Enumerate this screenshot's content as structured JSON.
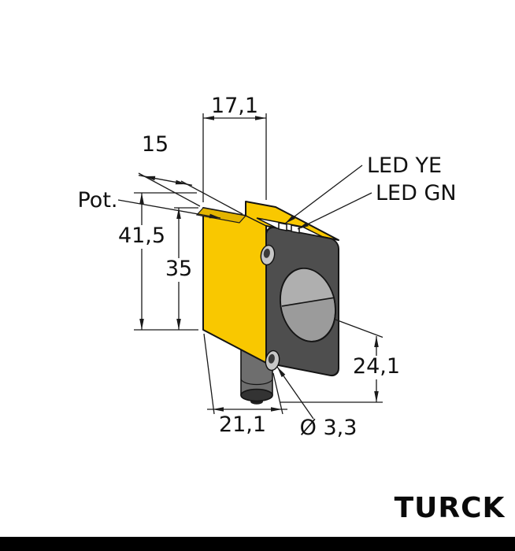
{
  "drawing": {
    "dims": {
      "w17": "17,1",
      "w15": "15",
      "h41": "41,5",
      "h35": "35",
      "h24": "24,1",
      "d21": "21,1",
      "hole": "Ø 3,3"
    },
    "labels": {
      "pot": "Pot.",
      "led_ye": "LED YE",
      "led_gn": "LED GN"
    },
    "colors": {
      "housing_yellow": "#F9C800",
      "housing_shade": "#E3B400",
      "front_face_gray": "#4E4E4E",
      "lens_gray": "#9B9B9B",
      "footer_bar": "#000000"
    }
  },
  "brand": {
    "logo": "TURCK"
  }
}
